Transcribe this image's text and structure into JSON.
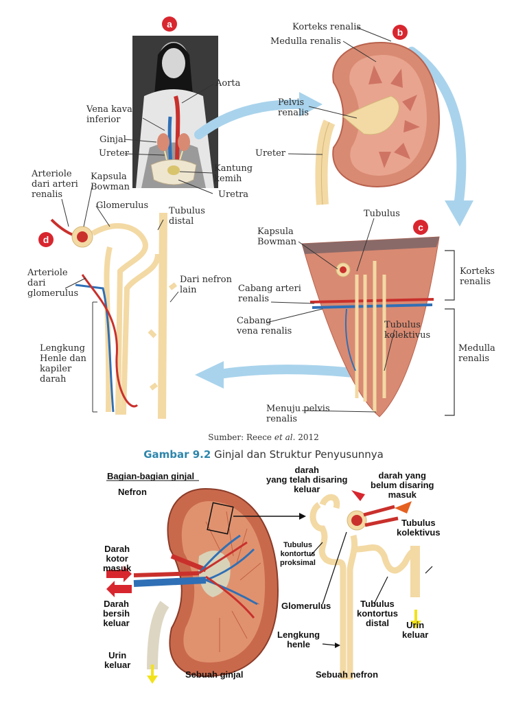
{
  "top": {
    "badges": [
      "a",
      "b",
      "c",
      "d"
    ],
    "panel_a": {
      "aorta": "Aorta",
      "vena_kava": "Vena kava\ninferior",
      "ginjal": "Ginjal",
      "ureter": "Ureter",
      "kantung_kemih": "Kantung\nkemih",
      "uretra": "Uretra"
    },
    "panel_b": {
      "korteks": "Korteks renalis",
      "medulla": "Medulla renalis",
      "pelvis": "Pelvis\nrenalis",
      "ureter": "Ureter"
    },
    "panel_c": {
      "tubulus": "Tubulus",
      "kapsula": "Kapsula\nBowman",
      "cabang_arteri": "Cabang arteri\nrenalis",
      "cabang_vena": "Cabang\nvena renalis",
      "tubulus_kolektivus": "Tubulus\nkolektivus",
      "korteks": "Korteks\nrenalis",
      "medulla": "Medulla\nrenalis",
      "menuju_pelvis": "Menuju pelvis\nrenalis"
    },
    "panel_d": {
      "arteriole_dari_arteri": "Arteriole\ndari arteri\nrenalis",
      "kapsula": "Kapsula\nBowman",
      "glomerulus": "Glomerulus",
      "tubulus_distal": "Tubulus\ndistal",
      "arteriole_dari_glom": "Arteriole\ndari\nglomerulus",
      "dari_nefron": "Dari nefron\nlain",
      "lengkung": "Lengkung\nHenle dan\nkapiler\ndarah"
    },
    "source_prefix": "Sumber: Reece ",
    "source_italic": "et al.",
    "source_year": " 2012",
    "caption_num": "Gambar 9.2",
    "caption_text": " Ginjal dan Struktur Penyusunnya"
  },
  "bottom": {
    "title": "Bagian-bagian ginjal",
    "nefron": "Nefron",
    "darah_kotor": "Darah\nkotor\nmasuk",
    "darah_bersih": "Darah\nbersih\nkeluar",
    "urin_keluar_left": "Urin\nkeluar",
    "sebuah_ginjal": "Sebuah ginjal",
    "darah_disaring": "darah\nyang telah disaring\nkeluar",
    "darah_belum": "darah yang\nbelum disaring\nmasuk",
    "tubulus_kontortus_proksimal": "Tubulus\nkontortus\nproksimal",
    "tubulus_kolektivus": "Tubulus\nkolektivus",
    "glomerulus": "Glomerulus",
    "tubulus_kontortus_distal": "Tubulus\nkontortus\ndistal",
    "urin_keluar_right": "Urin\nkeluar",
    "lengkung_henle": "Lengkung\nhenle",
    "sebuah_nefron": "Sebuah nefron"
  },
  "colors": {
    "badge": "#d8262f",
    "kidney": "#d98a72",
    "artery": "#c9302c",
    "vein": "#2f6fb5",
    "tubule": "#f3d9a4",
    "arrow": "#a9d3ec"
  }
}
